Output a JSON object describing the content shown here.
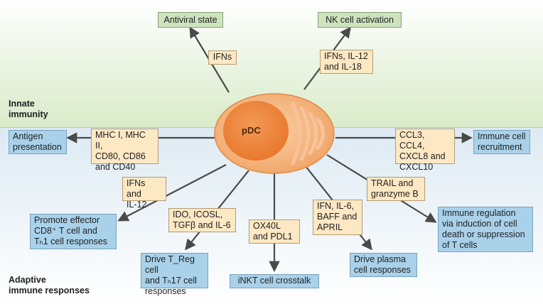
{
  "cell": {
    "label": "pDC"
  },
  "sections": {
    "innate": "Innate\nimmunity",
    "adaptive": "Adaptive\nimmune responses"
  },
  "mediators": {
    "ifns_top": "IFNs",
    "nk_mediators": "IFNs, IL-12\nand IL-18",
    "mhc": "MHC I, MHC II,\nCD80, CD86\nand CD40",
    "chemokines": "CCL3, CCL4,\nCXCL8 and\nCXCL10",
    "ifns_il12": "IFNs and\nIL-12",
    "ido": "IDO, ICOSL,\nTGFβ and IL-6",
    "ox40l": "OX40L\nand PDL1",
    "ifn_il6": "IFN, IL-6,\nBAFF and\nAPRIL",
    "trail": "TRAIL and\ngranzyme B"
  },
  "outcomes": {
    "antiviral": "Antiviral state",
    "nk": "NK cell activation",
    "antigen": "Antigen\npresentation",
    "recruitment": "Immune cell\nrecruitment",
    "effector": "Promote effector\nCD8⁺ T cell and\nTₕ1 cell responses",
    "treg": "Drive T_Reg cell\nand Tₕ17 cell\nresponses",
    "inkt": "iNKT cell crosstalk",
    "plasma": "Drive plasma\ncell responses",
    "regulation": "Immune regulation\nvia induction of cell\ndeath or suppression\nof T cells"
  },
  "colors": {
    "outcome_innate": "#cde3bd",
    "mediator": "#fde8c4",
    "outcome_adaptive": "#a9d1ea",
    "cell": "#f0a466",
    "arrow": "#4a4a4a"
  }
}
